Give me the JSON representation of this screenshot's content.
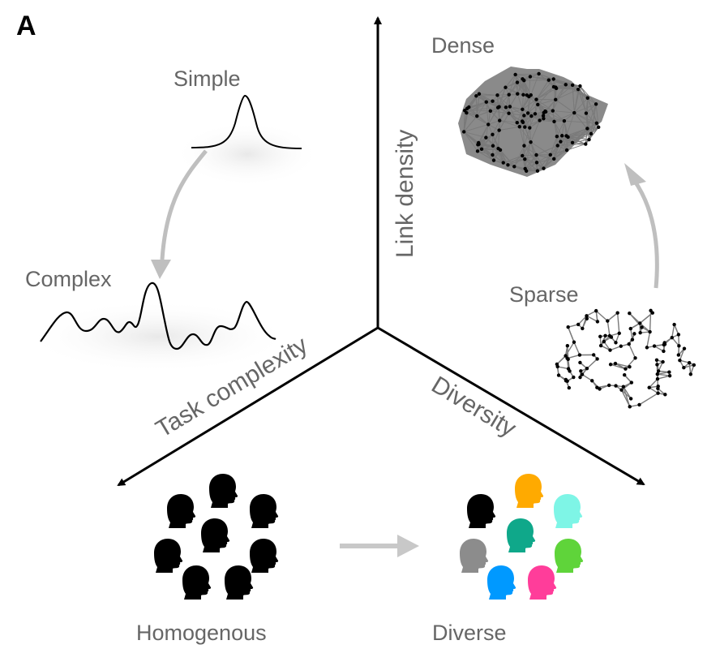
{
  "panel_label": "A",
  "axes": {
    "link_density": "Link density",
    "task_complexity": "Task complexity",
    "diversity": "Diversity"
  },
  "task": {
    "simple_label": "Simple",
    "complex_label": "Complex"
  },
  "network": {
    "dense_label": "Dense",
    "sparse_label": "Sparse"
  },
  "groups": {
    "homogenous_label": "Homogenous",
    "diverse_label": "Diverse",
    "homogenous_colors": [
      "#000000",
      "#000000",
      "#000000",
      "#000000",
      "#000000",
      "#000000",
      "#000000",
      "#000000"
    ],
    "diverse_colors": [
      "#000000",
      "#ffaa00",
      "#7ef5e6",
      "#0fa88a",
      "#8c8c8c",
      "#5fd43a",
      "#0099ff",
      "#ff3d9a"
    ]
  },
  "colors": {
    "axis": "#000000",
    "transition_arrow": "#bfbfbf",
    "edge": "#7a7a7a",
    "node": "#000000",
    "text": "#666666"
  }
}
